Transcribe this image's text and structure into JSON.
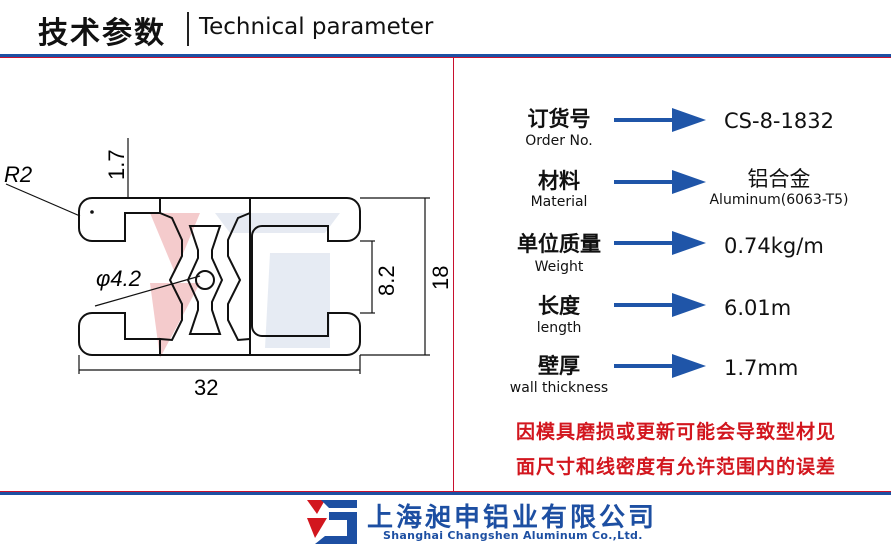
{
  "header": {
    "title_cn": "技术参数",
    "title_en": "Technical parameter"
  },
  "drawing": {
    "dimensions": {
      "radius": "R2",
      "wall": "1.7",
      "hole": "φ4.2",
      "slot": "8.2",
      "height": "18",
      "width": "32"
    }
  },
  "params": [
    {
      "label_cn": "订货号",
      "label_en": "Order No.",
      "value": "CS-8-1832",
      "sub": ""
    },
    {
      "label_cn": "材料",
      "label_en": "Material",
      "value": "铝合金",
      "sub": "Aluminum(6063-T5)"
    },
    {
      "label_cn": "单位质量",
      "label_en": "Weight",
      "value": "0.74kg/m",
      "sub": ""
    },
    {
      "label_cn": "长度",
      "label_en": "length",
      "value": "6.01m",
      "sub": ""
    },
    {
      "label_cn": "壁厚",
      "label_en": "wall thickness",
      "value": "1.7mm",
      "sub": ""
    }
  ],
  "notice": {
    "line1": "因模具磨损或更新可能会导致型材见",
    "line2": "面尺寸和线密度有允许范围内的误差"
  },
  "footer": {
    "company_cn": "上海昶申铝业有限公司",
    "company_en": "Shanghai  Changshen Aluminum  Co.,Ltd."
  },
  "colors": {
    "brand_blue": "#1d4fa2",
    "accent_red": "#d2161e",
    "arrow_blue": "#1f55a8"
  }
}
